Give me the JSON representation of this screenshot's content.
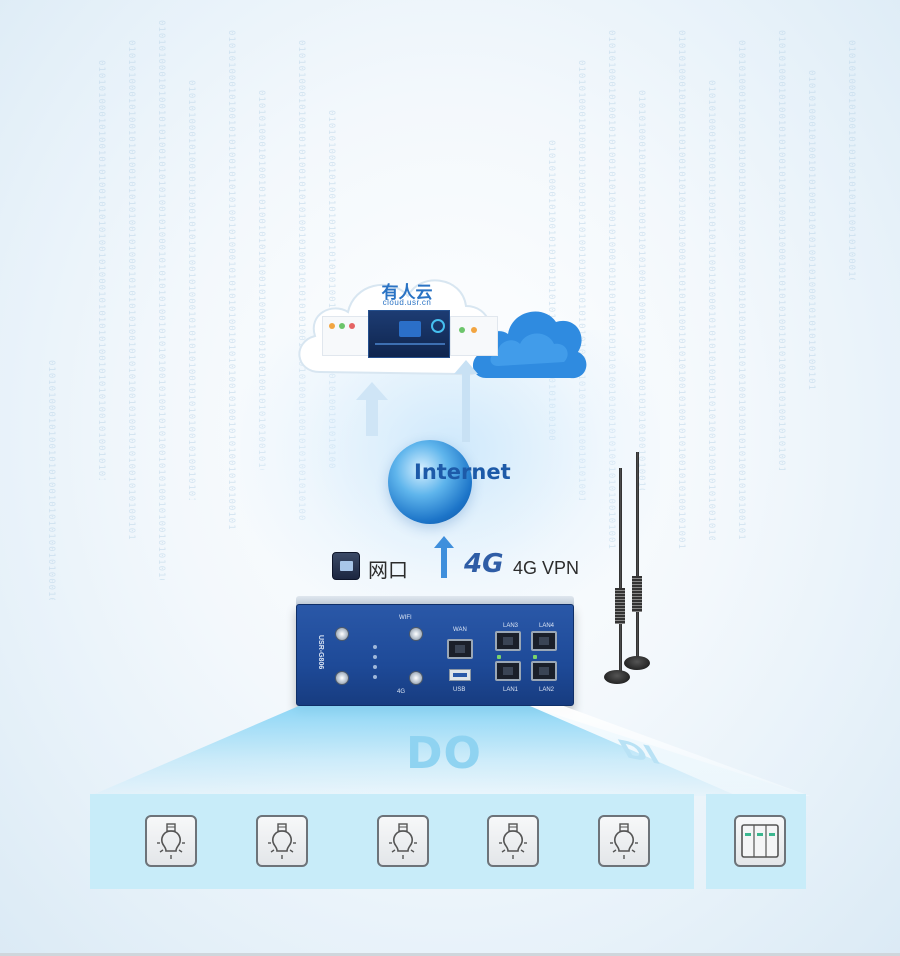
{
  "cloud": {
    "brand_name": "有人云",
    "brand_url": "cloud.usr.cn"
  },
  "network": {
    "internet_label": "Internet",
    "ethernet_label": "网口",
    "cellular_logo": "4G",
    "cellular_label": "4G VPN"
  },
  "router": {
    "model_label": "USR-G806",
    "wan_label": "WAN",
    "usb_label": "USB",
    "lan_labels": [
      "LAN3",
      "LAN4",
      "LAN1",
      "LAN2"
    ],
    "wifi_label": "WIFI",
    "antenna_4g_label": "4G"
  },
  "outputs": {
    "do_label": "DO",
    "di_label": "DI",
    "do_devices": [
      "light-bulb",
      "light-bulb",
      "light-bulb",
      "light-bulb",
      "light-bulb"
    ],
    "di_devices": [
      "wall-switch"
    ]
  },
  "colors": {
    "accent": "#2a73c4",
    "router_body": "#1e4a98",
    "panel_bg": "#c8ecf9"
  },
  "binary_text": "0101010001010010101001010101001010001010101010010101010010100101010010101001010010101010010101001010100101010100101010100101"
}
